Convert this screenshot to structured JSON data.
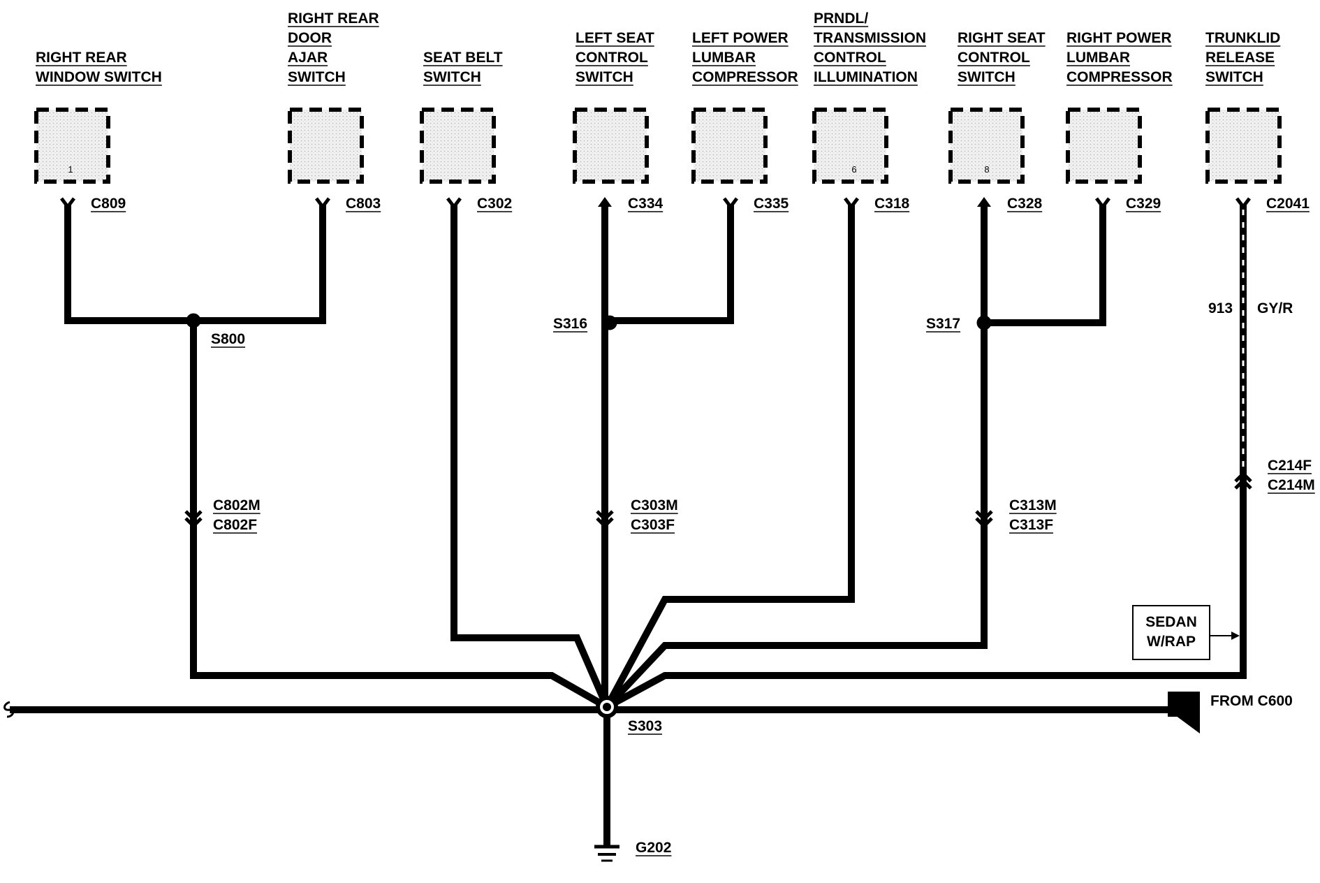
{
  "components": [
    {
      "id": "rr-window-switch",
      "lines": [
        "RIGHT REAR",
        "WINDOW SWITCH"
      ],
      "connector": "C809",
      "pin": "1",
      "term": "fork"
    },
    {
      "id": "rr-door-ajar-switch",
      "lines": [
        "RIGHT REAR",
        "DOOR",
        "AJAR",
        "SWITCH"
      ],
      "connector": "C803",
      "pin": "",
      "term": "fork"
    },
    {
      "id": "seat-belt-switch",
      "lines": [
        "SEAT BELT",
        "SWITCH"
      ],
      "connector": "C302",
      "pin": "",
      "term": "fork"
    },
    {
      "id": "left-seat-control-switch",
      "lines": [
        "LEFT SEAT",
        "CONTROL",
        "SWITCH"
      ],
      "connector": "C334",
      "pin": "",
      "term": "arrow"
    },
    {
      "id": "left-power-lumbar-compressor",
      "lines": [
        "LEFT POWER",
        "LUMBAR",
        "COMPRESSOR"
      ],
      "connector": "C335",
      "pin": "",
      "term": "fork"
    },
    {
      "id": "prndl-transmission-control-illumination",
      "lines": [
        "PRNDL/",
        "TRANSMISSION",
        "CONTROL",
        "ILLUMINATION"
      ],
      "connector": "C318",
      "pin": "6",
      "term": "fork"
    },
    {
      "id": "right-seat-control-switch",
      "lines": [
        "RIGHT SEAT",
        "CONTROL",
        "SWITCH"
      ],
      "connector": "C328",
      "pin": "8",
      "term": "arrow"
    },
    {
      "id": "right-power-lumbar-compressor",
      "lines": [
        "RIGHT POWER",
        "LUMBAR",
        "COMPRESSOR"
      ],
      "connector": "C329",
      "pin": "",
      "term": "fork"
    },
    {
      "id": "trunklid-release-switch",
      "lines": [
        "TRUNKLID",
        "RELEASE",
        "SWITCH"
      ],
      "connector": "C2041",
      "pin": "",
      "term": "fork"
    }
  ],
  "splices": {
    "s800": "S800",
    "s316": "S316",
    "s317": "S317",
    "s303": "S303"
  },
  "inline_connectors": {
    "c802": [
      "C802M",
      "C802F"
    ],
    "c303": [
      "C303M",
      "C303F"
    ],
    "c313": [
      "C313M",
      "C313F"
    ],
    "c214": [
      "C214F",
      "C214M"
    ]
  },
  "circuit": {
    "number": "913",
    "color": "GY/R"
  },
  "note": {
    "lines": [
      "SEDAN",
      "W/RAP"
    ]
  },
  "source": {
    "symbol": "E",
    "label": "FROM C600"
  },
  "ground": {
    "label": "G202"
  }
}
